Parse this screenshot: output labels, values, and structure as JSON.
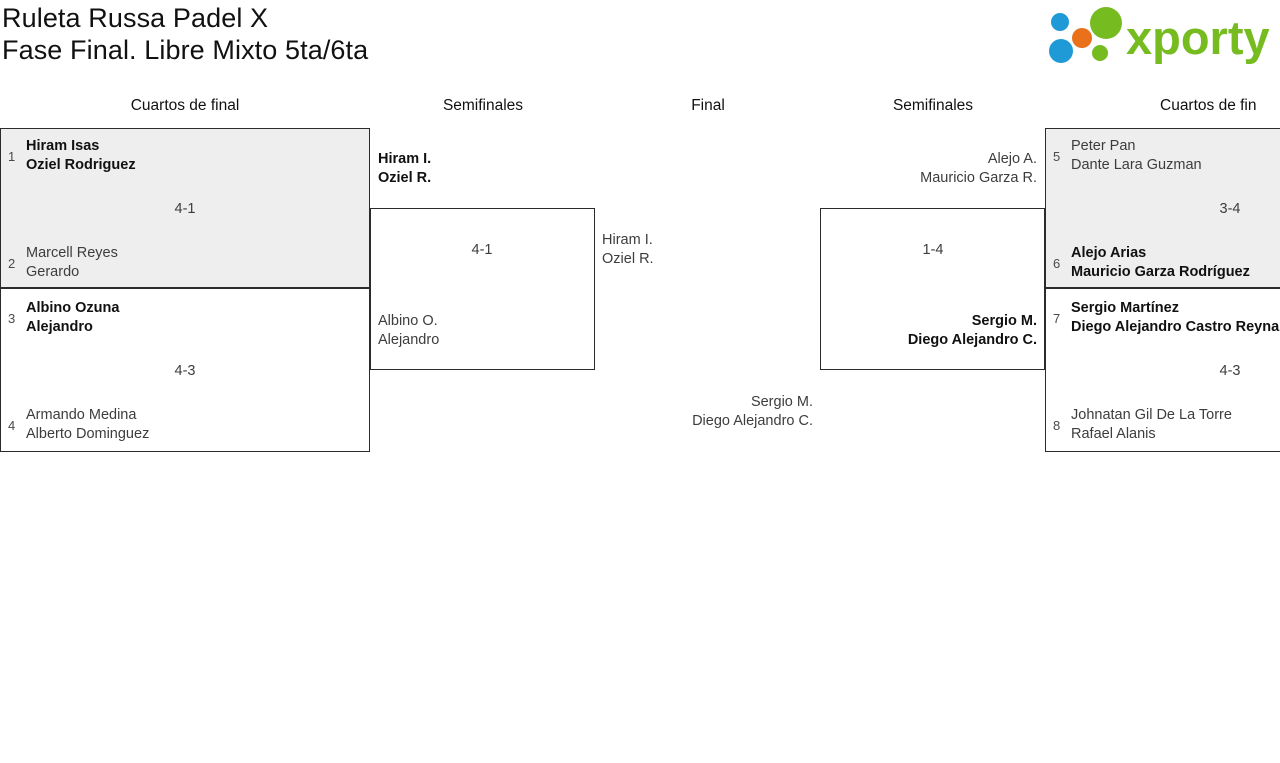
{
  "header": {
    "title_line1": "Ruleta Russa Padel X",
    "title_line2": "Fase Final. Libre Mixto 5ta/6ta",
    "logo_text": "xporty",
    "logo_colors": {
      "green": "#76bc21",
      "orange": "#e8711a",
      "blue": "#1f9ad6"
    }
  },
  "rounds": {
    "qf_left": "Cuartos de final",
    "sf_left": "Semifinales",
    "final": "Final",
    "sf_right": "Semifinales",
    "qf_right": "Cuartos de fin"
  },
  "bracket": {
    "quarterfinals_left": [
      {
        "score": "4-1",
        "shaded": true,
        "teams": [
          {
            "seed": "1",
            "p1": "Hiram Isas",
            "p2": "Oziel Rodriguez",
            "winner": true
          },
          {
            "seed": "2",
            "p1": "Marcell Reyes",
            "p2": "Gerardo",
            "winner": false
          }
        ]
      },
      {
        "score": "4-3",
        "shaded": false,
        "teams": [
          {
            "seed": "3",
            "p1": "Albino Ozuna",
            "p2": "Alejandro",
            "winner": true
          },
          {
            "seed": "4",
            "p1": "Armando Medina",
            "p2": "Alberto Dominguez",
            "winner": false
          }
        ]
      }
    ],
    "semifinal_left": {
      "score": "4-1",
      "teams": [
        {
          "p1": "Hiram I.",
          "p2": "Oziel R.",
          "winner": true
        },
        {
          "p1": "Albino O.",
          "p2": "Alejandro",
          "winner": false
        }
      ]
    },
    "final": {
      "score": "",
      "teams": [
        {
          "p1": "Hiram I.",
          "p2": "Oziel R.",
          "winner": false
        },
        {
          "p1": "Sergio M.",
          "p2": "Diego Alejandro C.",
          "winner": false
        }
      ]
    },
    "semifinal_right": {
      "score": "1-4",
      "teams": [
        {
          "p1": "Alejo A.",
          "p2": "Mauricio Garza R.",
          "winner": false
        },
        {
          "p1": "Sergio M.",
          "p2": "Diego Alejandro C.",
          "winner": true
        }
      ]
    },
    "quarterfinals_right": [
      {
        "score": "3-4",
        "shaded": true,
        "teams": [
          {
            "seed": "5",
            "p1": "Peter Pan",
            "p2": "Dante Lara Guzman",
            "winner": false
          },
          {
            "seed": "6",
            "p1": "Alejo Arias",
            "p2": "Mauricio Garza Rodríguez",
            "winner": true
          }
        ]
      },
      {
        "score": "4-3",
        "shaded": false,
        "teams": [
          {
            "seed": "7",
            "p1": "Sergio Martínez",
            "p2": "Diego Alejandro Castro Reyna",
            "winner": true
          },
          {
            "seed": "8",
            "p1": "Johnatan Gil De La Torre",
            "p2": "Rafael Alanis",
            "winner": false
          }
        ]
      }
    ]
  }
}
